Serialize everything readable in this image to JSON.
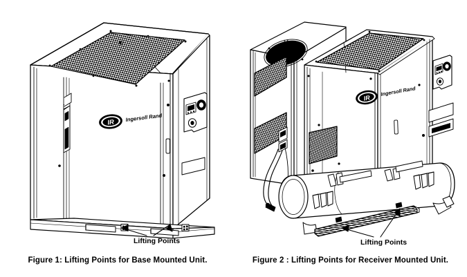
{
  "document": {
    "background_color": "#ffffff",
    "line_color": "#000000",
    "type": "technical-line-drawing"
  },
  "figures": [
    {
      "id": "figure-1",
      "caption": "Figure 1: Lifting Points for Base Mounted Unit.",
      "callout_label": "Lifting Points",
      "subject": "Ingersoll Rand rotary screw air compressor, base mounted",
      "brand_text": "Ingersoll Rand",
      "logo_text": "IR",
      "features": [
        "top cooler mesh grille",
        "enclosure cabinet panels",
        "control panel with display and rotary knob",
        "door handle slot",
        "nameplate label",
        "base frame with forklift lifting slots"
      ],
      "lifting_point_count": 2
    },
    {
      "id": "figure-2",
      "caption": "Figure 2 : Lifting Points for Receiver Mounted Unit.",
      "callout_label": "Lifting Points",
      "subject": "Ingersoll Rand rotary screw air compressor, receiver tank mounted",
      "brand_text": "Ingersoll Rand",
      "logo_text": "IR",
      "features": [
        "top circular cooling fan",
        "top cooler mesh grille",
        "side louvre mesh vent panels",
        "control panel with display and rotary knob",
        "nameplate label",
        "horizontal air receiver tank",
        "tank saddle mounting feet",
        "lifting rail channel",
        "drain hoses"
      ],
      "lifting_point_count": 2
    }
  ]
}
